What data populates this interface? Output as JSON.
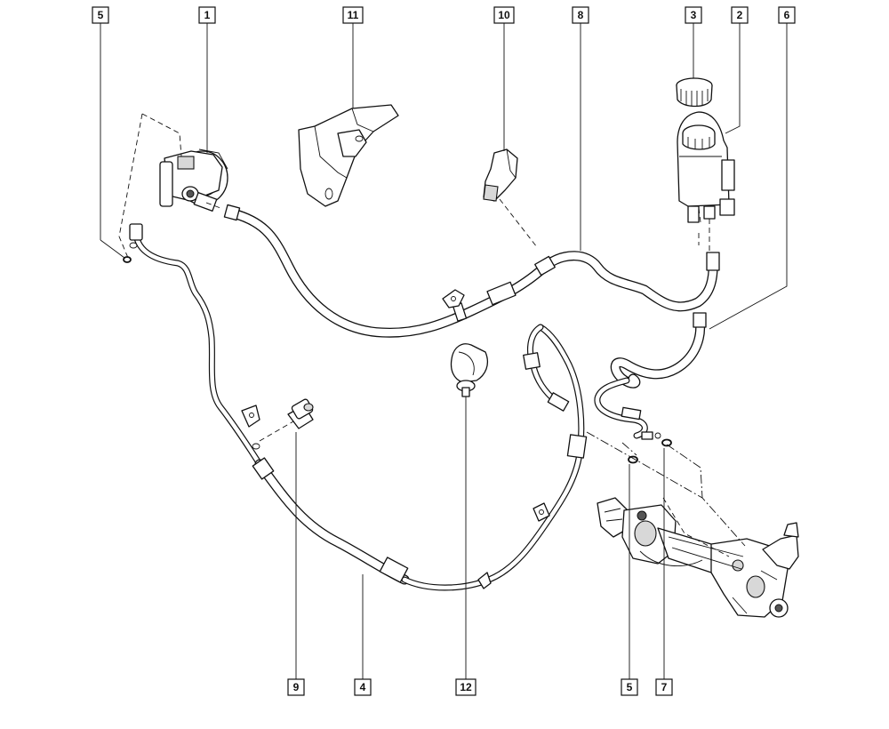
{
  "callouts": {
    "c5_top": "5",
    "c1": "1",
    "c11": "11",
    "c10": "10",
    "c8": "8",
    "c3": "3",
    "c2": "2",
    "c6": "6",
    "c9": "9",
    "c4": "4",
    "c12": "12",
    "c5_bottom": "5",
    "c7": "7"
  }
}
